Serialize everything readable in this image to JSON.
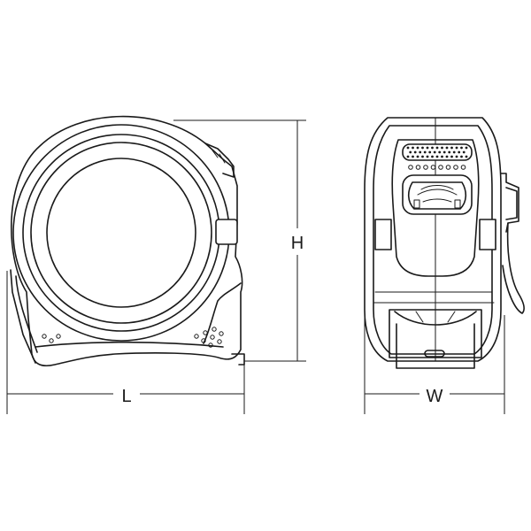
{
  "dimensions": {
    "length_label": "L",
    "height_label": "H",
    "width_label": "W"
  },
  "views": {
    "side": "side-view",
    "front": "front-view"
  }
}
